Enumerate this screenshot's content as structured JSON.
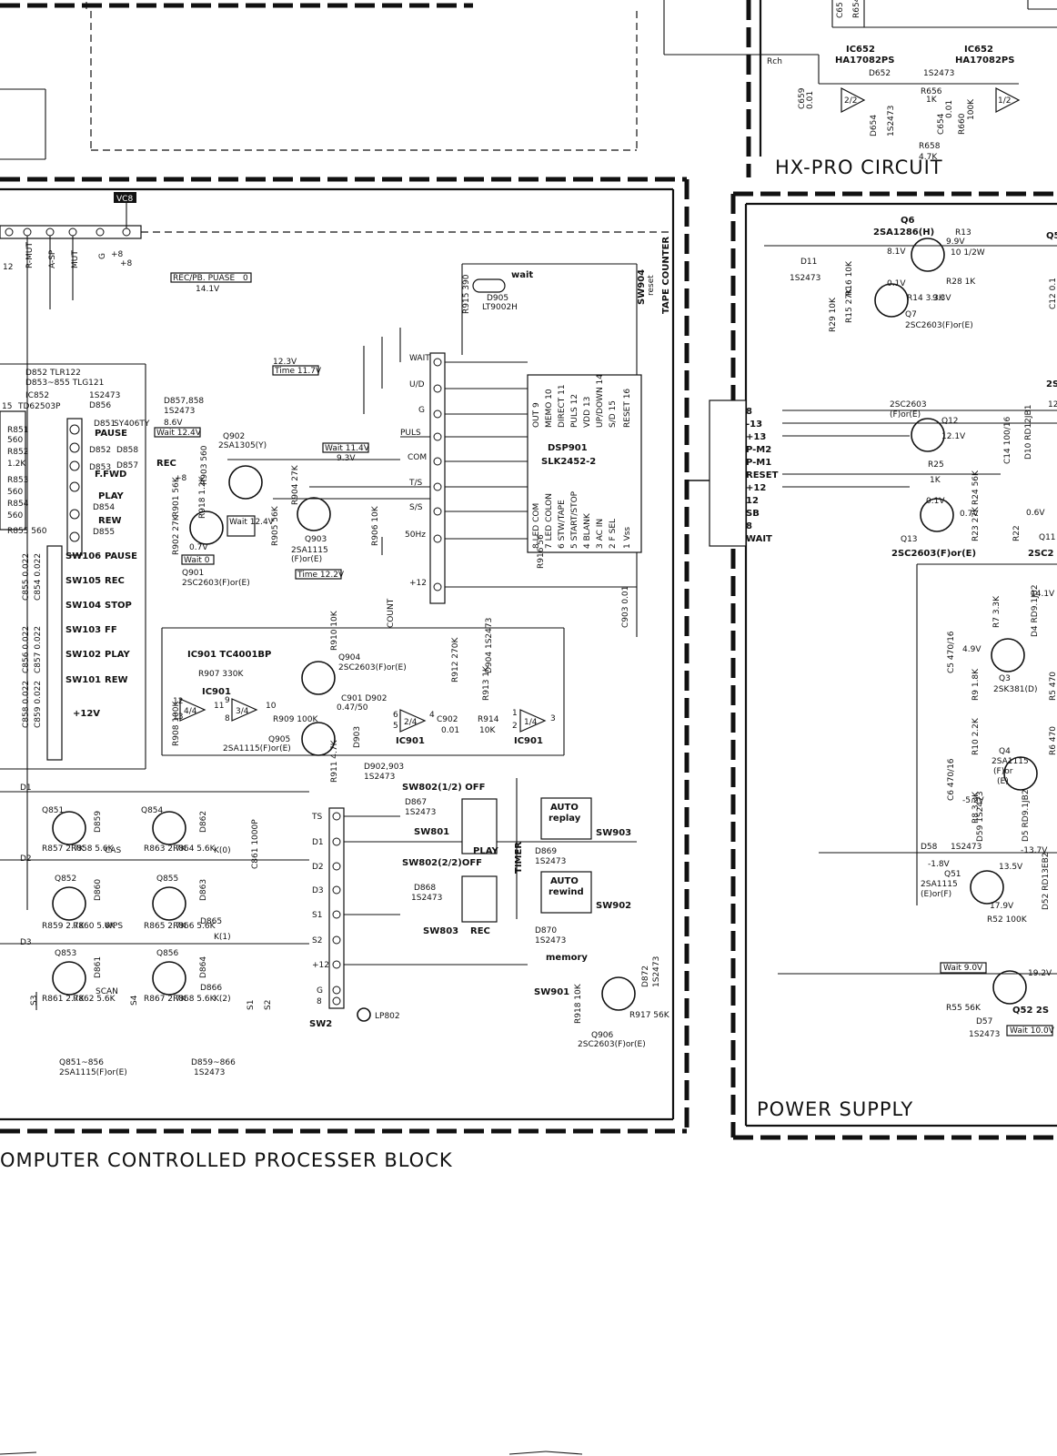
{
  "blocks": {
    "hx_pro": {
      "title": "HX-PRO CIRCUIT"
    },
    "power_supply": {
      "title": "POWER SUPPLY"
    },
    "processor": {
      "title": "OMPUTER CONTROLLED PROCESSER BLOCK"
    }
  },
  "tape_counter_label": "TAPE COUNTER",
  "hx_pro_parts": {
    "ic_left": "IC652",
    "ic_left_pn": "HA17082PS",
    "ic_right": "IC652",
    "ic_right_pn": "HA17082PS",
    "rch": "Rch",
    "d652": "D652",
    "d652_pn": "1S2473",
    "c659": "C659",
    "c659_val": "0.01",
    "r656": "R656",
    "r656_val": "1K",
    "c654": "C654",
    "c654_val": "0.01",
    "r660": "R660",
    "r660_val": "100K",
    "d654": "D654",
    "d654_pn": "1S2473",
    "r658": "R658",
    "r658_val": "4.7K",
    "half_a": "2/2",
    "half_b": "1/2",
    "c653": "C65",
    "r654": "R654"
  },
  "connector_top": {
    "vc8": "VC8",
    "pins": [
      "R-MUT",
      "A-SP",
      "MUT",
      "G",
      "+8",
      "+8"
    ],
    "pin_12": "12"
  },
  "rec_pause_label": "REC/PB. PUASE",
  "rec_pause_val": "0",
  "rec_pause_v": "14.1V",
  "wait_led": {
    "label": "wait",
    "d905": "D905",
    "pn": "LT9002H",
    "r915": "R915 390"
  },
  "sw904": {
    "label": "SW904",
    "reset": "reset"
  },
  "dsp901": {
    "name": "DSP901",
    "pn": "SLK2452-2",
    "pins_top": [
      "OUT 9",
      "MEMO 10",
      "DIRECT 11",
      "PULS 12",
      "VDD 13",
      "UP/DOWN 14",
      "S/D 15",
      "RESET 16"
    ],
    "pins_bottom": [
      "8 LED COM",
      "7 LED COLON",
      "6 STW/TAPE",
      "5 START/STOP",
      "4 BLANK",
      "3 AC IN",
      "2 F SEL",
      "1 Vss"
    ]
  },
  "bus_labels": [
    "WAIT",
    "U/D",
    "G",
    "PULS",
    "COM",
    "T/S",
    "S/S",
    "50Hz",
    "+12"
  ],
  "count_label": "COUNT",
  "r916": "R916 56",
  "r906": "R906 10K",
  "c903": "C903 0.01",
  "v_12_3": "12.3V",
  "time_11_7": "Time 11.7V",
  "display": {
    "d852": "D852 TLR122",
    "d853": "D853~855 TLG121",
    "ic852": "IC852",
    "ic852_pn": "TD62503P",
    "d856_pn": "1S2473",
    "d856": "D856",
    "pin15": "15",
    "leds": [
      {
        "id": "D851",
        "pn": "SY406TY",
        "fn": "PAUSE"
      },
      {
        "id": "D852",
        "pn": "D858",
        "fn": ""
      },
      {
        "id": "D853",
        "pn": "D857",
        "fn": "F.FWD"
      },
      {
        "id": "",
        "pn": "",
        "fn": "PLAY"
      },
      {
        "id": "",
        "pn": "D854",
        "fn": ""
      },
      {
        "id": "",
        "pn": "",
        "fn": "REW"
      },
      {
        "id": "",
        "pn": "D855",
        "fn": ""
      }
    ],
    "resistors": [
      "R851",
      "560",
      "R852",
      "1.2K",
      "R853",
      "560",
      "R854",
      "560",
      "R855 560"
    ],
    "switches": [
      {
        "id": "SW106",
        "fn": "PAUSE"
      },
      {
        "id": "SW105",
        "fn": "REC"
      },
      {
        "id": "SW104",
        "fn": "STOP"
      },
      {
        "id": "SW103",
        "fn": "FF"
      },
      {
        "id": "SW102",
        "fn": "PLAY"
      },
      {
        "id": "SW101",
        "fn": "REW"
      }
    ],
    "plus12v": "+12V",
    "caps": [
      "C855 0.022",
      "C854 0.022",
      "C856 0.022",
      "C857 0.022",
      "C858 0.022",
      "C859 0.022"
    ]
  },
  "rec_area": {
    "d857": "D857,858",
    "d857_pn": "1S2473",
    "v86": "8.6V",
    "wait124": "Wait 12.4V",
    "q902": "Q902",
    "q902_pn": "2SA1305(Y)",
    "rec": "REC",
    "plus8": "+8",
    "r903": "R903 560",
    "r918": "R918 1.2K",
    "r901": "R901 56K",
    "r902": "R902 27K",
    "v07": "0.7V",
    "wait0": "Wait 0",
    "q901": "Q901",
    "q901_pn": "2SC2603(F)or(E)",
    "wait124b": "Wait 12.4V",
    "wait114": "Wait 11.4V",
    "v93": "9.3V",
    "r904": "R904 27K",
    "r905": "R905 56K",
    "q903": "Q903",
    "q903_pn": "2SA1115",
    "q903_pn2": "(F)or(E)",
    "time122": "Time 12.2V"
  },
  "ic901": {
    "title": "IC901  TC4001BP",
    "r907": "R907 330K",
    "label": "IC901",
    "g_a": "4/4",
    "g_b": "3/4",
    "g_c": "2/4",
    "g_d": "1/4",
    "pins": [
      "12",
      "13",
      "11",
      "9",
      "8",
      "10",
      "5",
      "6",
      "4",
      "1",
      "2",
      "3"
    ],
    "r909": "R909 100K",
    "r908": "R908 100K",
    "q904": "Q904",
    "q904_pn": "2SC2603(F)or(E)",
    "q905": "Q905",
    "q905_pn": "2SA1115(F)or(E)",
    "c901": "C901 D902",
    "c901_val": "0.47/50",
    "d903": "D903",
    "r910": "R910 10K",
    "r912": "R912 270K",
    "r913": "R913 1K",
    "d904": "D904 1S2473",
    "c902": "C902",
    "c902_val": "0.01",
    "r914": "R914",
    "r914_val": "10K",
    "ic901_b": "IC901",
    "ic901_c": "IC901",
    "r911": "R911 4.7K",
    "d902": "D902,903",
    "d902_pn": "1S2473"
  },
  "matrix": {
    "d1": "D1",
    "d2": "D2",
    "d3": "D3",
    "s3": "S3",
    "s4": "S4",
    "transistors": [
      {
        "id": "Q851",
        "d": "D859",
        "r1": "R857 2.7K",
        "r2": "R858 5.6K",
        "fn": "CAS"
      },
      {
        "id": "Q854",
        "d": "D862",
        "r1": "R863 2.7K",
        "r2": "R864 5.6K",
        "fn": "K(0)"
      },
      {
        "id": "Q852",
        "d": "D860",
        "r1": "R859 2.7K",
        "r2": "R860 5.6K",
        "fn": "WPS"
      },
      {
        "id": "Q855",
        "d": "D863",
        "r1": "R865 2.7K",
        "r2": "R866 5.6K",
        "fn": "K(1)"
      },
      {
        "id": "Q853",
        "d": "D861",
        "r1": "R861 2.7K",
        "r2": "R862 5.6K",
        "fn": "SCAN"
      },
      {
        "id": "Q856",
        "d": "D864",
        "r1": "R867 2.7K",
        "r2": "R868 5.6K",
        "fn": "K(2)"
      }
    ],
    "d865": "D865",
    "d866": "D866",
    "c861": "C861 1000P",
    "foot1": "Q851~856",
    "foot1_pn": "2SA1115(F)or(E)",
    "foot2": "D859~866",
    "foot2_pn": "1S2473",
    "s1": "S1",
    "s2": "S2"
  },
  "sw2": {
    "label": "SW2",
    "pins": [
      "TS",
      "D1",
      "D2",
      "D3",
      "S1",
      "S2",
      "+12",
      "G",
      "8"
    ],
    "lp802": "LP802"
  },
  "timer": {
    "sw802_off": "SW802(1/2) OFF",
    "d867": "D867",
    "d867_pn": "1S2473",
    "sw801": "SW801",
    "play": "PLAY",
    "sw802_2": "SW802(2/2)OFF",
    "d868": "D868",
    "d868_pn": "1S2473",
    "sw803": "SW803",
    "rec": "REC",
    "timer": "TIMER",
    "auto_replay": "AUTO",
    "auto_replay_2": "replay",
    "sw903": "SW903",
    "d869": "D869",
    "d869_pn": "1S2473",
    "auto_rewind": "AUTO",
    "auto_rewind_2": "rewind",
    "sw902": "SW902",
    "d870": "D870",
    "d870_pn": "1S2473",
    "memory": "memory",
    "sw901": "SW901",
    "d872": "D872",
    "d872_pn": "1S2473",
    "r918": "R918 10K",
    "r917": "R917 56K",
    "q906": "Q906",
    "q906_pn": "2SC2603(F)or(E)"
  },
  "ps_connector": {
    "pins": [
      "8",
      "-13",
      "+13",
      "P-M2",
      "P-M1",
      "RESET",
      "+12",
      "12",
      "SB",
      "8",
      "WAIT"
    ]
  },
  "ps": {
    "q6": "Q6",
    "q6_pn": "2SA1286(H)",
    "r13": "R13",
    "r13_val": "10 1/2W",
    "v81": "8.1V",
    "v99": "9.9V",
    "d11": "D11",
    "d11_pn": "1S2473",
    "r16": "R16 10K",
    "r15": "R15 27K",
    "r29": "R29 10K",
    "v01": "0.1V",
    "r14": "R14 3.3K",
    "v93": "9.3V",
    "r28": "R28 1K",
    "q7": "Q7",
    "q7_pn": "2SC2603(F)or(E)",
    "q5": "Q5",
    "c12": "C12 0.1",
    "q12_pn": "2SC2603",
    "q12_pn2": "(F)or(E)",
    "q12": "Q12",
    "v121": "12.1V",
    "r25": "R25",
    "r25_val": "1K",
    "c14": "C14 100/16",
    "d10": "D10 RD12JB1",
    "r24": "R24 56K",
    "v01b": "0.1V",
    "v07": "0.7V",
    "r23": "R23 27K",
    "r22": "R22",
    "q13": "Q13",
    "q13_pn": "2SC2603(F)or(E)",
    "q11": "Q11",
    "v06": "0.6V",
    "q11_pn": "2SC2",
    "v14": "14.1V",
    "c5": "C5 470/16",
    "r7": "R7 3.3K",
    "d4": "D4 RD9.1JB2",
    "v49": "4.9V",
    "q3": "Q3",
    "q3_pn": "2SK381(D)",
    "r9": "R9 1.8K",
    "r5": "R5 470",
    "c6": "C6 470/16",
    "r10": "R10 2.2K",
    "q4": "Q4",
    "q4_pn": "2SA1115",
    "q4_pn2": "(F)or",
    "q4_pn3": "(E)",
    "r6": "R6 470",
    "v52": "-5.2V",
    "r8": "R8 3.3K",
    "d59": "D59 1S2473",
    "d5": "D5 RD9.1JB2",
    "d58": "D58",
    "d58_pn": "1S2473",
    "v137": "-13.7V",
    "v18": "-1.8V",
    "v135": "13.5V",
    "q51": "Q51",
    "q51_pn": "2SA1115",
    "q51_pn2": "(E)or(F)",
    "v179": "17.9V",
    "r52": "R52 100K",
    "d52": "D52 RD13EB2",
    "wait90": "Wait 9.0V",
    "v192": "19.2V",
    "r55": "R55 56K",
    "d57": "D57",
    "d57_pn": "1S2473",
    "q52": "Q52 2S",
    "wait100": "Wait 10.0V",
    "right_2s": "2S",
    "right_12": "12"
  }
}
